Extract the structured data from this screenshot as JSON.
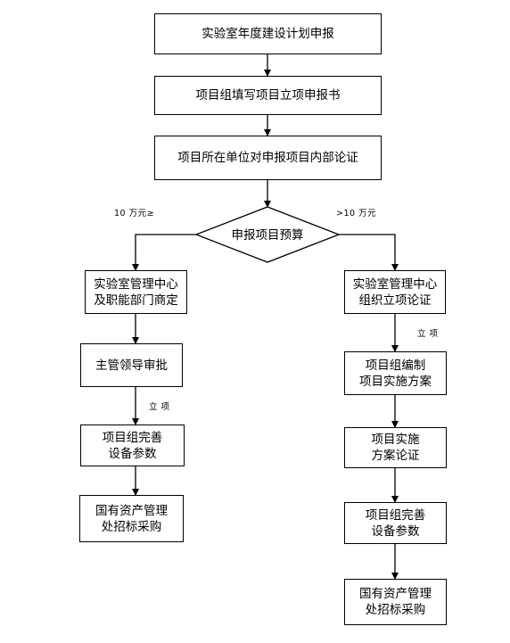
{
  "steps": {
    "annual_plan": "实验室年度建设计划申报",
    "fill_application": "项目组填写项目立项申报书",
    "internal_review": "项目所在单位对申报项目内部论证",
    "budget_decision": "申报项目预算"
  },
  "branch_labels": {
    "left": "10 万元≥",
    "right": ">10 万元"
  },
  "left_branch": {
    "center_discuss": "实验室管理中心\n及职能部门商定",
    "leader_approval": "主管领导审批",
    "approve_label": "立 项",
    "refine_params": "项目组完善\n设备参数",
    "procurement": "国有资产管理\n处招标采购"
  },
  "right_branch": {
    "center_review": "实验室管理中心\n组织立项论证",
    "approve_label": "立 项",
    "compile_plan": "项目组编制\n项目实施方案",
    "plan_review": "项目实施\n方案论证",
    "refine_params": "项目组完善\n设备参数",
    "procurement": "国有资产管理\n处招标采购"
  }
}
